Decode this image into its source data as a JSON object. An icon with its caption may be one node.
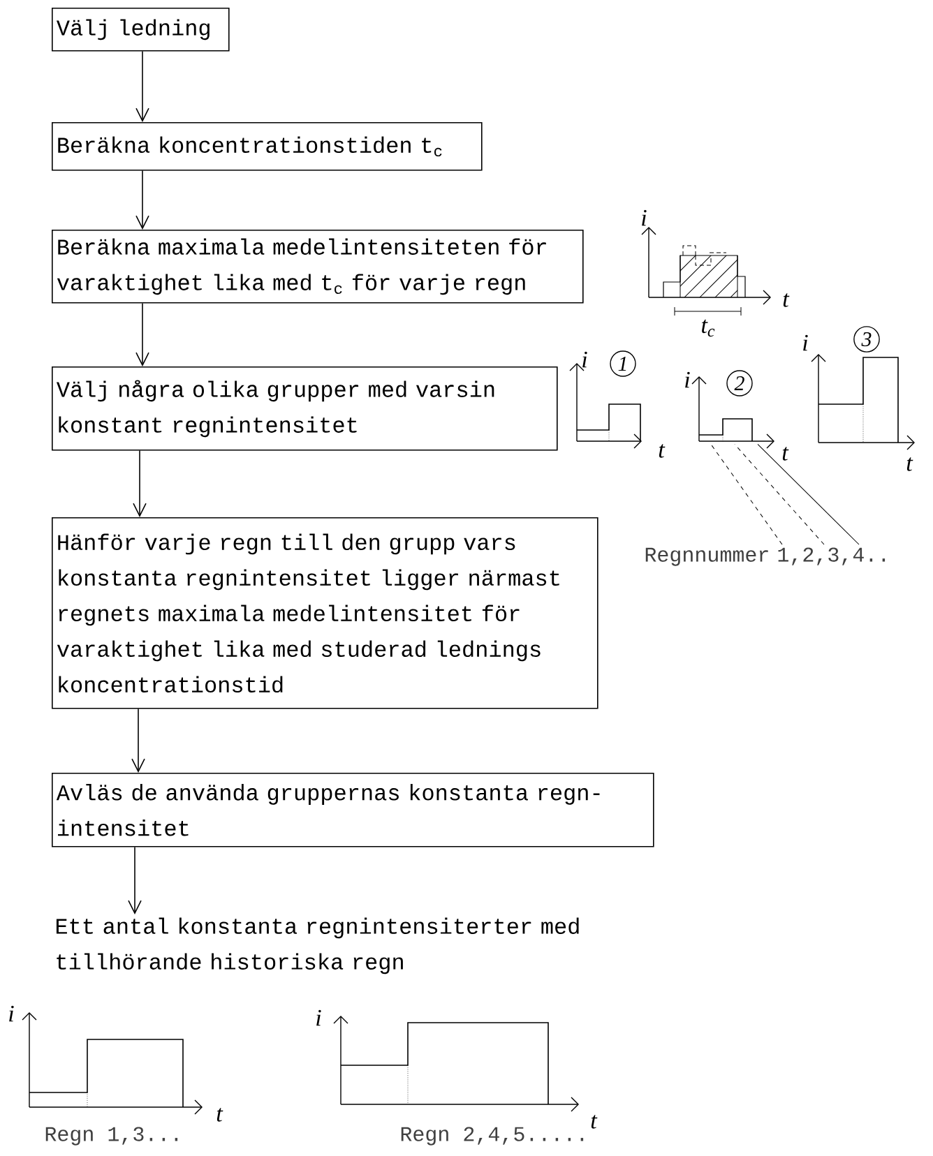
{
  "diagram": {
    "nodes": [
      {
        "text": [
          "Välj ledning"
        ]
      },
      {
        "text": [
          "Beräkna koncentrationstiden t$_{c}$"
        ]
      },
      {
        "text": [
          "Beräkna maximala medelintensiteten för varaktighet lika med t$_{c}$ för varje regn"
        ]
      },
      {
        "text": [
          "Välj några olika grupper med varsin konstant regnintensitet"
        ]
      },
      {
        "text": [
          "Hänför varje regn till den grupp vars konstanta regnintensitet ligger närmast regnets maximala medelintensitet för varaktighet lika med studerad lednings koncentrationstid"
        ]
      },
      {
        "text": [
          "Avläs de använda gruppernas konstanta regn- intensitet"
        ]
      },
      {
        "text": [
          "Ett antal konstanta regnintensiterter med tillhörande historiska regn"
        ]
      },
      {
        "text": [
          "Regnnummer 1,2,3,4.."
        ]
      },
      {
        "text": [],
        "shape": "picture"
      }
    ],
    "edges": [
      {
        "from": 0,
        "to": 1,
        "arrow": "to"
      },
      {
        "from": 1,
        "to": 2,
        "arrow": "to"
      },
      {
        "from": 2,
        "to": 3,
        "arrow": "to"
      },
      {
        "from": 3,
        "to": 4,
        "arrow": "to"
      },
      {
        "from": 4,
        "to": 5,
        "arrow": "to"
      },
      {
        "from": 5,
        "to": 6,
        "arrow": "to"
      },
      {
        "from": 7,
        "to": 8,
        "arrow": "none"
      },
      {
        "from": 7,
        "to": 8,
        "arrow": "none",
        "style": "dashed"
      },
      {
        "from": 7,
        "to": 8,
        "arrow": "none",
        "style": "dashed"
      }
    ],
    "labels": [
      "i",
      "t",
      "t$_{c}$",
      "i",
      "1",
      "t",
      "i",
      "2",
      "t",
      "i",
      "3",
      "t",
      "i",
      "t",
      "Regn 1,3...",
      "i",
      "t",
      "Regn 2,4,5....."
    ]
  }
}
